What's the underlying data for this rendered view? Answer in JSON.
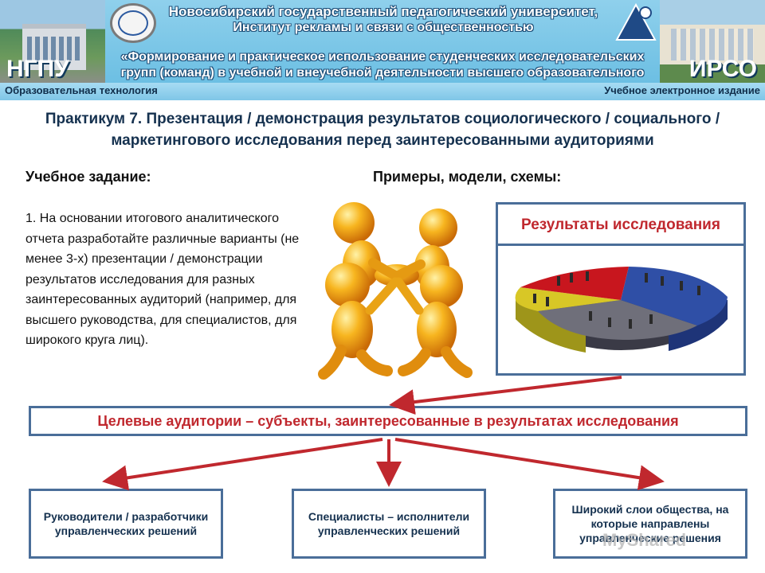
{
  "banner": {
    "university": "Новосибирский государственный педагогический университет,",
    "institute": "Институт рекламы и связи с общественностью",
    "course_title": "«Формирование и практическое использование студенческих исследовательских групп (команд) в учебной и внеучебной деятельности высшего образовательного учреждения»",
    "left_tag": "НГПУ",
    "right_tag": "ИРСО",
    "left_caption": "Образовательная технология",
    "right_caption": "Учебное электронное издание"
  },
  "slide": {
    "title": "Практикум 7. Презентация / демонстрация результатов социологического / социального / маркетингового исследования перед заинтересованными аудиториями",
    "task_heading": "Учебное задание:",
    "examples_heading": "Примеры, модели, схемы:",
    "task_text": "1. На основании итогового аналитического отчета разработайте различные варианты (не менее 3-х) презентации / демонстрации результатов исследования для разных заинтересованных аудиторий (например, для высшего руководства, для специалистов, для широкого круга лиц).",
    "results_box": "Результаты исследования",
    "target_box": "Целевые аудитории – субъекты, заинтересованные в результатах исследования",
    "audiences": [
      "Руководители / разработчики управленческих решений",
      "Специалисты – исполнители управленческих решений",
      "Широкий слои общества, на которые направлены управленческие решения"
    ],
    "watermark": "MyShared"
  },
  "colors": {
    "accent_red": "#c0282e",
    "box_border": "#4a6e99",
    "pie_blue": "#2f4fa6",
    "pie_gray": "#6f6f7a",
    "pie_yellow": "#d8c726",
    "pie_red": "#c8161e"
  }
}
